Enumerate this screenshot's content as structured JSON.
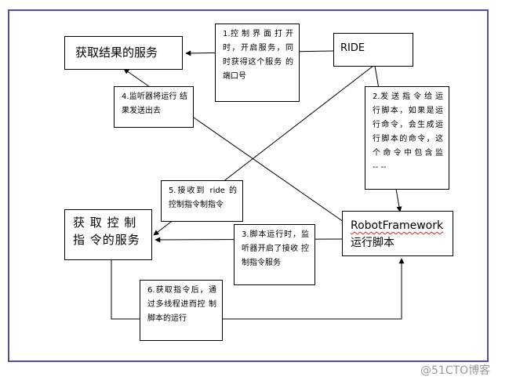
{
  "boxes": {
    "ride": "RIDE",
    "result_service": "获取结果的服务",
    "control_service": "获 取 控 制 指 令的服务",
    "robot_title": "RobotFramework",
    "robot_subtitle": "运行脚本"
  },
  "notes": {
    "n1": "1.控 制 界 面 打 开 时，开启服务，同 时获得这个服务 的端口号",
    "n2": "2.发 送 指 令 给 运 行脚本，如果是运 行命令，会生成运 行脚本的命令，这 个 命 令 中 包 含 监 -- --",
    "n3": "3.脚本运行时，监 听器开启了接收 控制指令服务",
    "n4": "4.监听器将运行 结果发送出去",
    "n5": "5.接收到  ride  的 控制指令制指令",
    "n6": "6.获取指令后，通 过多线程进而控 制脚本的运行"
  },
  "watermark": "@51CTO博客"
}
